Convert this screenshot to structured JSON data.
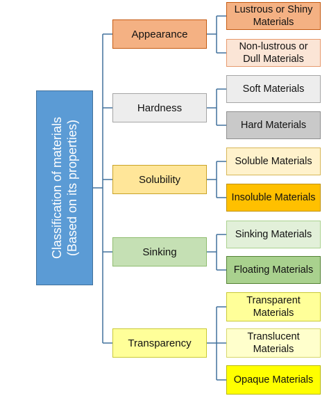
{
  "root": {
    "line1": "Classification of materials",
    "line2": "(Based on its properties)"
  },
  "categories": [
    {
      "label": "Appearance",
      "fill": "#f4b183",
      "border": "#c55a11",
      "leaves": [
        {
          "lines": [
            "Lustrous or Shiny",
            "Materials"
          ],
          "fill": "#f4b183",
          "border": "#c55a11"
        },
        {
          "lines": [
            "Non-lustrous or",
            "Dull Materials"
          ],
          "fill": "#fbe5d6",
          "border": "#e6996d"
        }
      ]
    },
    {
      "label": "Hardness",
      "fill": "#ededed",
      "border": "#a5a5a5",
      "leaves": [
        {
          "lines": [
            "Soft Materials"
          ],
          "fill": "#ededed",
          "border": "#a5a5a5"
        },
        {
          "lines": [
            "Hard Materials"
          ],
          "fill": "#c9c9c9",
          "border": "#8f8f8f"
        }
      ]
    },
    {
      "label": "Solubility",
      "fill": "#ffe699",
      "border": "#c9a227",
      "leaves": [
        {
          "lines": [
            "Soluble Materials"
          ],
          "fill": "#fff2cc",
          "border": "#d6b656"
        },
        {
          "lines": [
            "Insoluble Materials"
          ],
          "fill": "#ffc000",
          "border": "#bf9000"
        }
      ]
    },
    {
      "label": "Sinking",
      "fill": "#c5e0b4",
      "border": "#8fbc6f",
      "leaves": [
        {
          "lines": [
            "Sinking Materials"
          ],
          "fill": "#e2f0d9",
          "border": "#a9d18e"
        },
        {
          "lines": [
            "Floating Materials"
          ],
          "fill": "#a9d18e",
          "border": "#548235"
        }
      ]
    },
    {
      "label": "Transparency",
      "fill": "#ffff99",
      "border": "#c9c935",
      "leaves": [
        {
          "lines": [
            "Transparent",
            "Materials"
          ],
          "fill": "#ffff99",
          "border": "#c9c935"
        },
        {
          "lines": [
            "Translucent",
            "Materials"
          ],
          "fill": "#ffffcc",
          "border": "#d6d66a"
        },
        {
          "lines": [
            "Opaque Materials"
          ],
          "fill": "#ffff00",
          "border": "#b8b800"
        }
      ]
    }
  ],
  "colors": {
    "connector": "#41719c"
  }
}
